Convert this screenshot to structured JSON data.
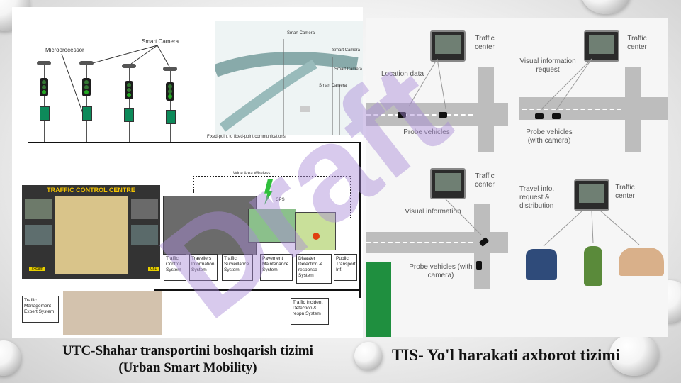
{
  "left_panel": {
    "labels": {
      "microprocessor": "Microprocessor",
      "smart_camera": "Smart Camera",
      "fixed_point": "Fixed-point to fixed-point communications",
      "wide_area": "Wide Area Wireless",
      "gps": "GPS",
      "traffic_control_centre": "TRAFFIC CONTROL CENTRE",
      "road_cam_1": "Smart Camera",
      "road_cam_2": "Smart Camera",
      "road_cam_3": "Smart Camera",
      "road_cam_4": "Smart Camera"
    },
    "systems": [
      "Traffic Control System",
      "Travellers Information System",
      "Traffic Surveillance System",
      "Pavement Maintenance System",
      "Disaster Detection & response System",
      "Public Transport Inf."
    ],
    "bottom_boxes": {
      "expert": "Traffic Management Expert System",
      "incident": "Traffic Incident Detection & respn System"
    },
    "screen_tag_left": "7:45am",
    "screen_tag_right": "Ch1"
  },
  "right_panel": {
    "traffic_center": "Traffic center",
    "location_data": "Location data",
    "visual_info_request": "Visual information request",
    "probe_vehicles": "Probe vehicles",
    "probe_vehicles_camera": "Probe vehicles (with camera)",
    "visual_information": "Visual information",
    "travel_info": "Travel info. request & distribution"
  },
  "captions": {
    "left_line1": "UTC-Shahar transportini boshqarish tizimi",
    "left_line2": "(Urban Smart Mobility)",
    "right": "TIS- Yo'l harakati axborot tizimi"
  },
  "watermark": "Draft",
  "colors": {
    "watermark_purple": "#a98bd8",
    "signal_green": "#0d8a5a",
    "tcc_bar": "#1a1a1a",
    "tcc_title": "#f2c200"
  }
}
